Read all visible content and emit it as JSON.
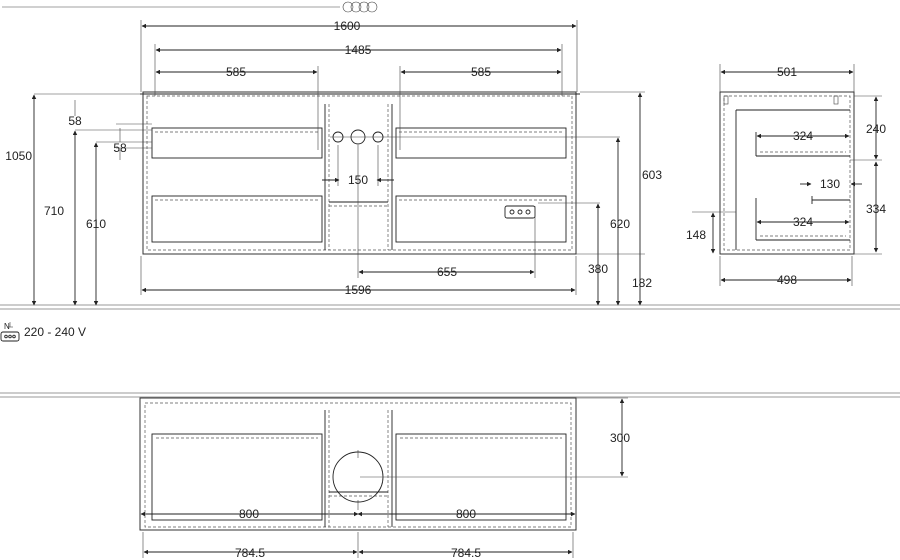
{
  "dimensions": {
    "front": {
      "total_width": "1600",
      "inner_width": "1485",
      "left_drawer": "585",
      "right_drawer": "585",
      "top_offset": "58",
      "second_offset": "58",
      "overall_height": "1050",
      "height_710": "710",
      "height_610": "610",
      "tap_spacing": "150",
      "cabinet_height": "603",
      "height_620": "620",
      "height_380": "380",
      "plinth": "182",
      "socket_offset": "655",
      "bottom_width": "1596"
    },
    "side": {
      "top_depth": "501",
      "upper_shelf": "324",
      "lower_shelf": "324",
      "gap_130": "130",
      "upper_height": "240",
      "lower_height": "334",
      "height_148": "148",
      "bottom_depth": "498"
    },
    "plan": {
      "depth_300": "300",
      "left_inner": "800",
      "right_inner": "800",
      "left_half": "784.5",
      "right_half": "784.5"
    }
  },
  "electrical": {
    "voltage": "220 - 240 V",
    "symbol_label": "N"
  }
}
